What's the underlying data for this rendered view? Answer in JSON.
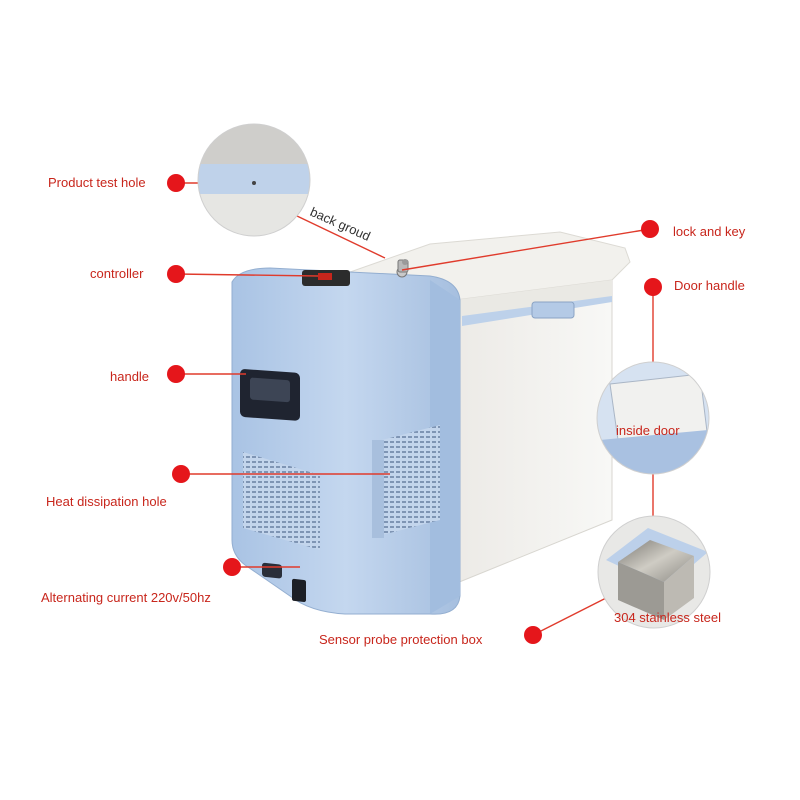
{
  "labels": {
    "product_test_hole": "Product test hole",
    "back_groud": "back groud",
    "controller": "controller",
    "handle": "handle",
    "heat_dissipation_hole": "Heat dissipation hole",
    "alternating_current": "Alternating current 220v/50hz",
    "lock_and_key": "lock and key",
    "door_handle": "Door handle",
    "inside_door": "inside door",
    "stainless_steel": "304 stainless steel",
    "sensor_probe_protection_box": "Sensor probe protection box"
  },
  "colors": {
    "label_red": "#c8261c",
    "marker_red": "#e5161b",
    "body_blue": "#b9cfe8",
    "lid_cream": "#f1f0ec",
    "panel_white": "#f6f6f4"
  }
}
